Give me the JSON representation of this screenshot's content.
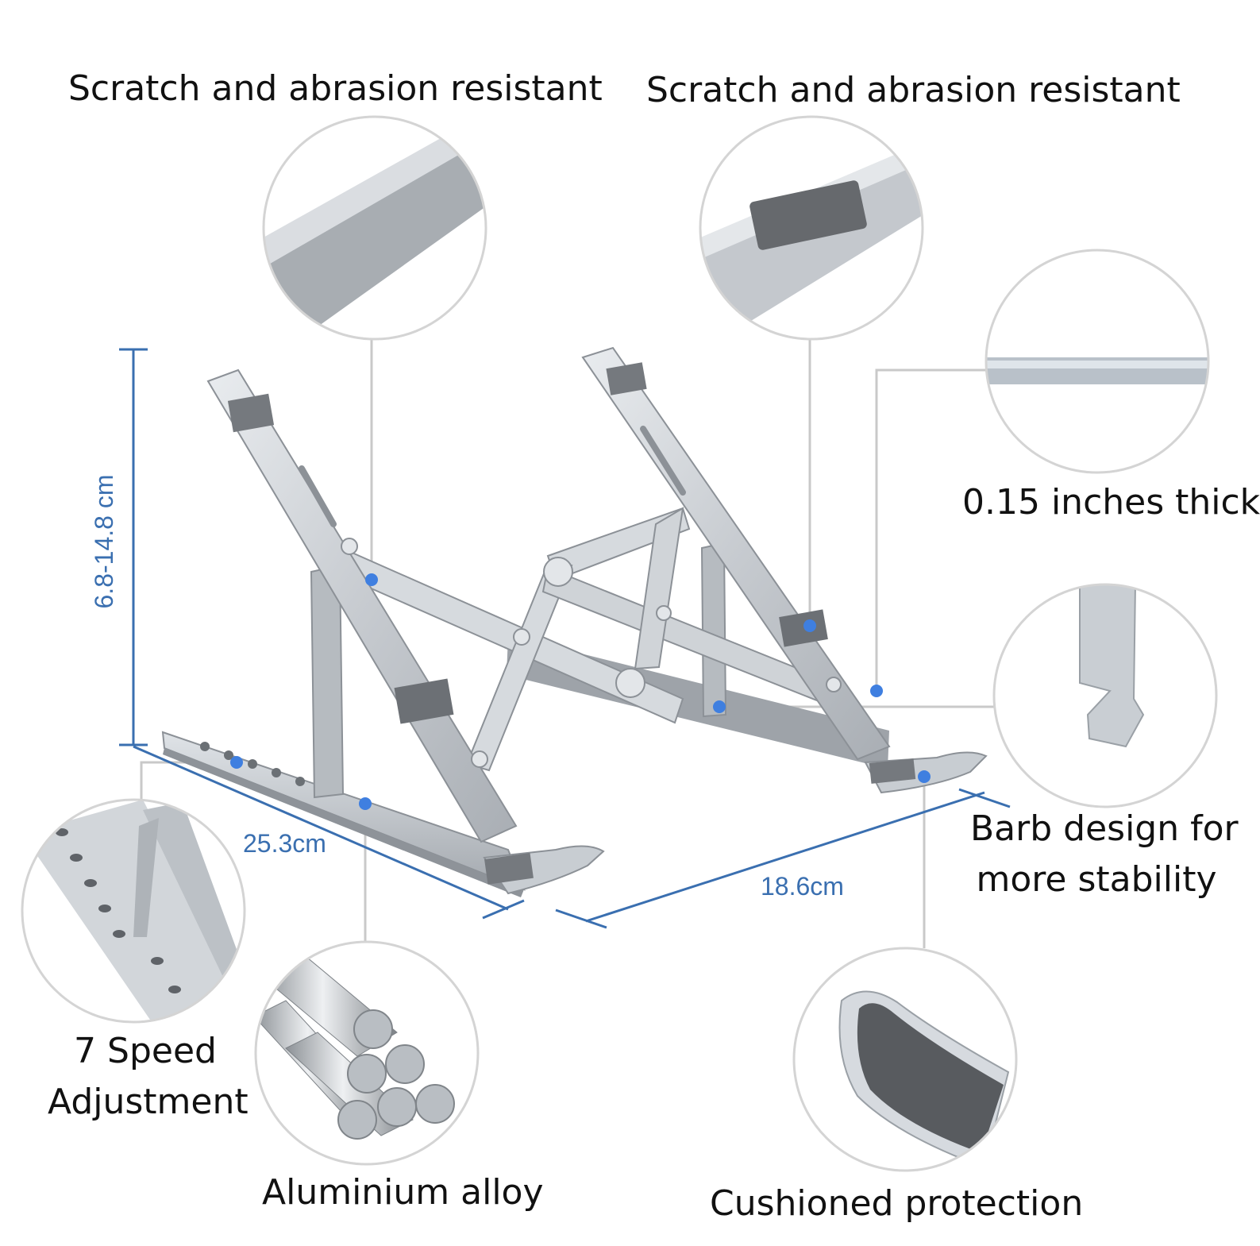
{
  "callouts": {
    "scratch_left": "Scratch and abrasion resistant",
    "scratch_right": "Scratch and abrasion resistant",
    "thickness": "0.15 inches thick",
    "barb_line1": "Barb design for",
    "barb_line2": "more stability",
    "speed_line1": "7 Speed",
    "speed_line2": "Adjustment",
    "alloy": "Aluminium alloy",
    "cushion": "Cushioned protection"
  },
  "dimensions": {
    "height": "6.8-14.8 cm",
    "length": "25.3cm",
    "width": "18.6cm"
  },
  "colors": {
    "dimension_line": "#3a6fb0",
    "leader_line": "#c9c9c9",
    "dot": "#3f7fe0",
    "metal": "#cfd3d8",
    "metal_dark": "#9aa0a6",
    "pad": "#6e7175"
  }
}
